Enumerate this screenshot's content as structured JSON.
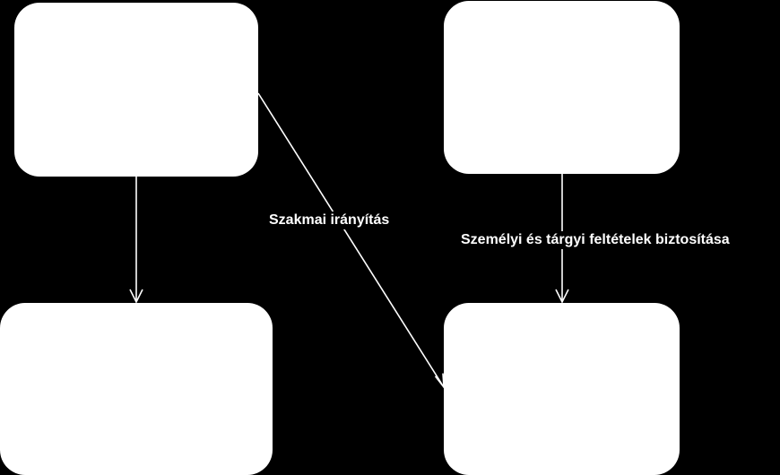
{
  "colors": {
    "background": "#000000",
    "box_fill": "#ffffff",
    "connector": "#ffffff",
    "label_text": "#ffffff"
  },
  "nodes": [
    {
      "id": "top-left",
      "text": ""
    },
    {
      "id": "top-right",
      "text": ""
    },
    {
      "id": "bottom-left",
      "text": ""
    },
    {
      "id": "bottom-right",
      "text": ""
    }
  ],
  "edges": [
    {
      "from": "top-left",
      "to": "bottom-left",
      "label": ""
    },
    {
      "from": "top-left",
      "to": "bottom-right",
      "label": "Szakmai irányítás"
    },
    {
      "from": "top-right",
      "to": "bottom-right",
      "label": "Személyi és tárgyi  feltételek biztosítása"
    }
  ]
}
